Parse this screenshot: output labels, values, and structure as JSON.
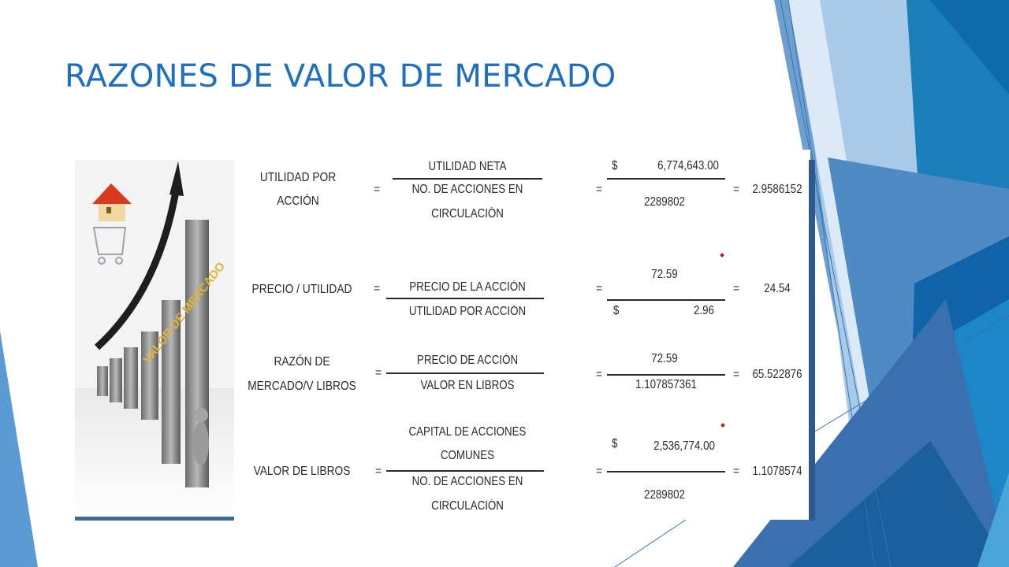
{
  "slide": {
    "title": "RAZONES DE VALOR DE MERCADO"
  },
  "illustration": {
    "arc_text": "VALOR DE MERCADO",
    "icons": [
      "house-icon",
      "shopping-cart-icon",
      "growth-arrow-icon"
    ]
  },
  "ratios": [
    {
      "label_line1": "UTILIDAD POR",
      "label_line2": "ACCIÓN",
      "numerator": "UTILIDAD NETA",
      "denominator_line1": "NO. DE ACCIONES  EN",
      "denominator_line2": "CIRCULACIÓN",
      "value_num_currency": "$",
      "value_num": "6,774,643.00",
      "value_den": "2289802",
      "result": "2.9586152"
    },
    {
      "label_line1": "PRECIO / UTILIDAD",
      "numerator": "PRECIO DE LA ACCIÓN",
      "denominator": "UTILIDAD POR ACCIÓN",
      "value_num": "72.59",
      "value_den_currency": "$",
      "value_den": "2.96",
      "result": "24.54"
    },
    {
      "label_line1": "RAZÓN DE",
      "label_line2": "MERCADO/V LIBROS",
      "numerator": "PRECIO DE ACCIÓN",
      "denominator": "VALOR EN LIBROS",
      "value_num": "72.59",
      "value_den": "1.107857361",
      "result": "65.522876"
    },
    {
      "label_line1": "VALOR DE LIBROS",
      "numerator_line1": "CAPITAL DE ACCIONES",
      "numerator_line2": "COMUNES",
      "denominator_line1": "NO. DE ACCIONES EN",
      "denominator_line2": "CIRCULACIÓN",
      "value_num_currency": "$",
      "value_num": "2,536,774.00",
      "value_den": "2289802",
      "result": "1.1078574"
    }
  ],
  "symbols": {
    "equals": "="
  },
  "colors": {
    "title": "#1f6fc1",
    "text": "#2a2a2a",
    "accent_blue": "#2e75b6",
    "deep_blue": "#1b4f8a",
    "light_blue": "#9cc3e6"
  }
}
